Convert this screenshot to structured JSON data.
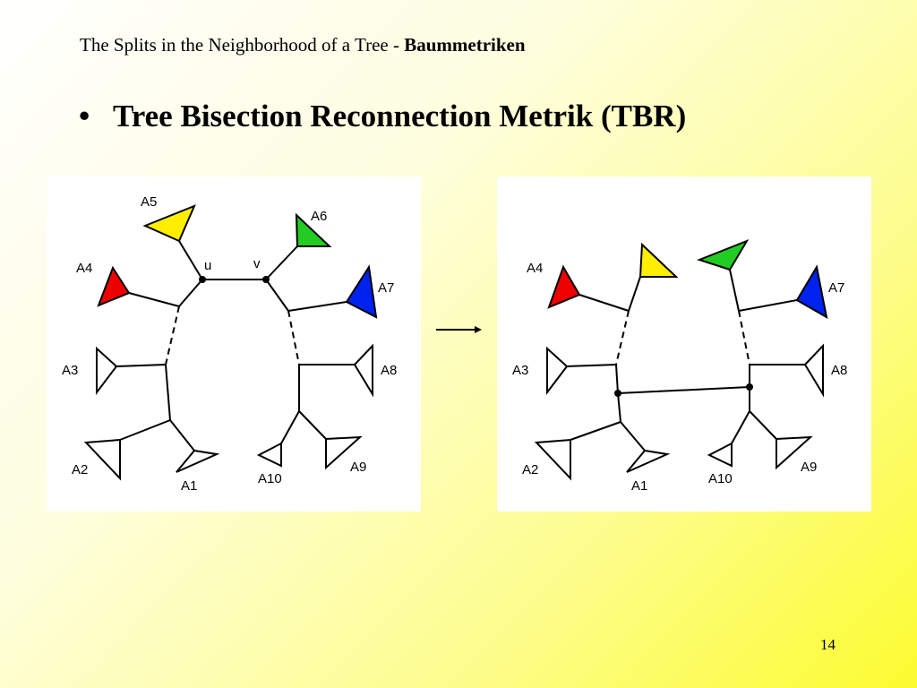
{
  "header": {
    "prefix": "The Splits in the Neighborhood of a Tree - ",
    "bold": "Baummetriken"
  },
  "bullet": {
    "symbol": "•",
    "text": "Tree Bisection Reconnection Metrik (TBR)"
  },
  "left_tree": {
    "labels": {
      "a1": "A1",
      "a2": "A2",
      "a3": "A3",
      "a4": "A4",
      "a5": "A5",
      "a6": "A6",
      "a7": "A7",
      "a8": "A8",
      "a9": "A9",
      "a10": "A10",
      "u": "u",
      "v": "v"
    }
  },
  "right_tree": {
    "labels": {
      "a1": "A1",
      "a2": "A2",
      "a3": "A3",
      "a4": "A4",
      "a7": "A7",
      "a8": "A8",
      "a9": "A9",
      "a10": "A10"
    }
  },
  "colors": {
    "a4": "#ee0000",
    "a5": "#ffee00",
    "a6": "#22cc22",
    "a7": "#0022ee",
    "uncolored": "#ffffff",
    "stroke": "#000000"
  },
  "page_number": "14"
}
